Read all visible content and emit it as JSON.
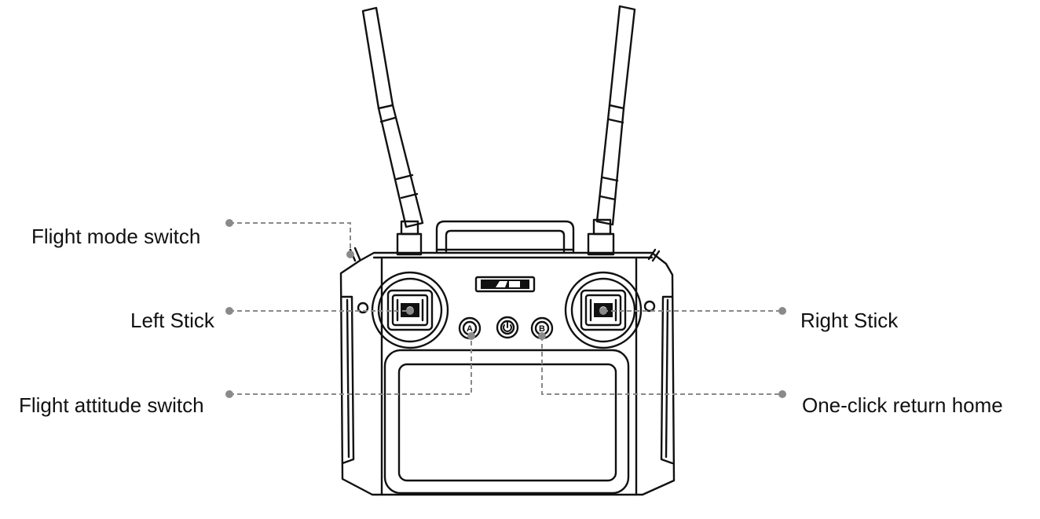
{
  "callouts": {
    "flight_mode_switch": "Flight mode switch",
    "left_stick": "Left Stick",
    "flight_attitude_switch": "Flight attitude switch",
    "right_stick": "Right Stick",
    "one_click_return_home": "One-click return home"
  },
  "device": {
    "button_a": "A",
    "button_b": "B"
  },
  "colors": {
    "line": "#111111",
    "leader": "#8a8a8a"
  }
}
